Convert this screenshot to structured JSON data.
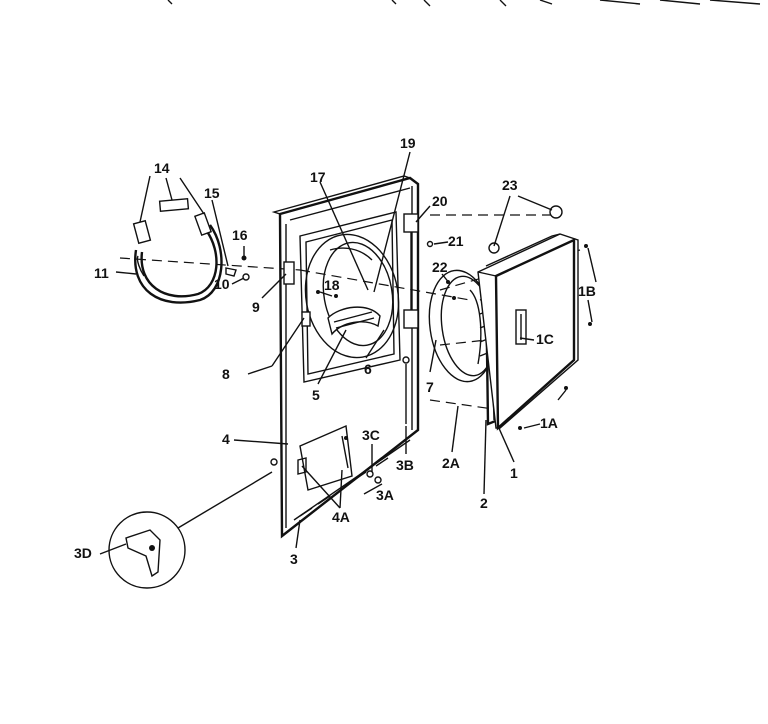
{
  "labels": {
    "l1": "1",
    "l1A": "1A",
    "l1B": "1B",
    "l1C": "1C",
    "l2": "2",
    "l2A": "2A",
    "l3": "3",
    "l3A": "3A",
    "l3B": "3B",
    "l3C": "3C",
    "l3D": "3D",
    "l4": "4",
    "l4A": "4A",
    "l5": "5",
    "l6": "6",
    "l7": "7",
    "l8": "8",
    "l9": "9",
    "l10": "10",
    "l11": "11",
    "l14": "14",
    "l15": "15",
    "l16": "16",
    "l17": "17",
    "l18": "18",
    "l19": "19",
    "l20": "20",
    "l21": "21",
    "l22": "22",
    "l23": "23"
  }
}
